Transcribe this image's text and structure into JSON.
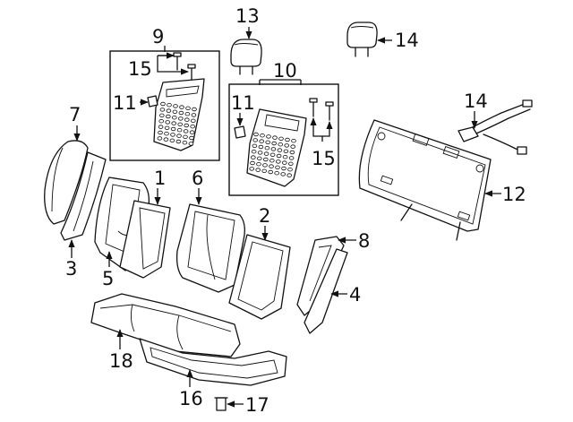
{
  "callouts": [
    {
      "id": "c1",
      "label": "1"
    },
    {
      "id": "c2",
      "label": "2"
    },
    {
      "id": "c3",
      "label": "3"
    },
    {
      "id": "c4",
      "label": "4"
    },
    {
      "id": "c5",
      "label": "5"
    },
    {
      "id": "c6",
      "label": "6"
    },
    {
      "id": "c7",
      "label": "7"
    },
    {
      "id": "c8",
      "label": "8"
    },
    {
      "id": "c9",
      "label": "9"
    },
    {
      "id": "c10",
      "label": "10"
    },
    {
      "id": "c11a",
      "label": "11"
    },
    {
      "id": "c11b",
      "label": "11"
    },
    {
      "id": "c12",
      "label": "12"
    },
    {
      "id": "c13",
      "label": "13"
    },
    {
      "id": "c14a",
      "label": "14"
    },
    {
      "id": "c14b",
      "label": "14"
    },
    {
      "id": "c15a",
      "label": "15"
    },
    {
      "id": "c15b",
      "label": "15"
    },
    {
      "id": "c16",
      "label": "16"
    },
    {
      "id": "c17",
      "label": "17"
    },
    {
      "id": "c18",
      "label": "18"
    }
  ]
}
